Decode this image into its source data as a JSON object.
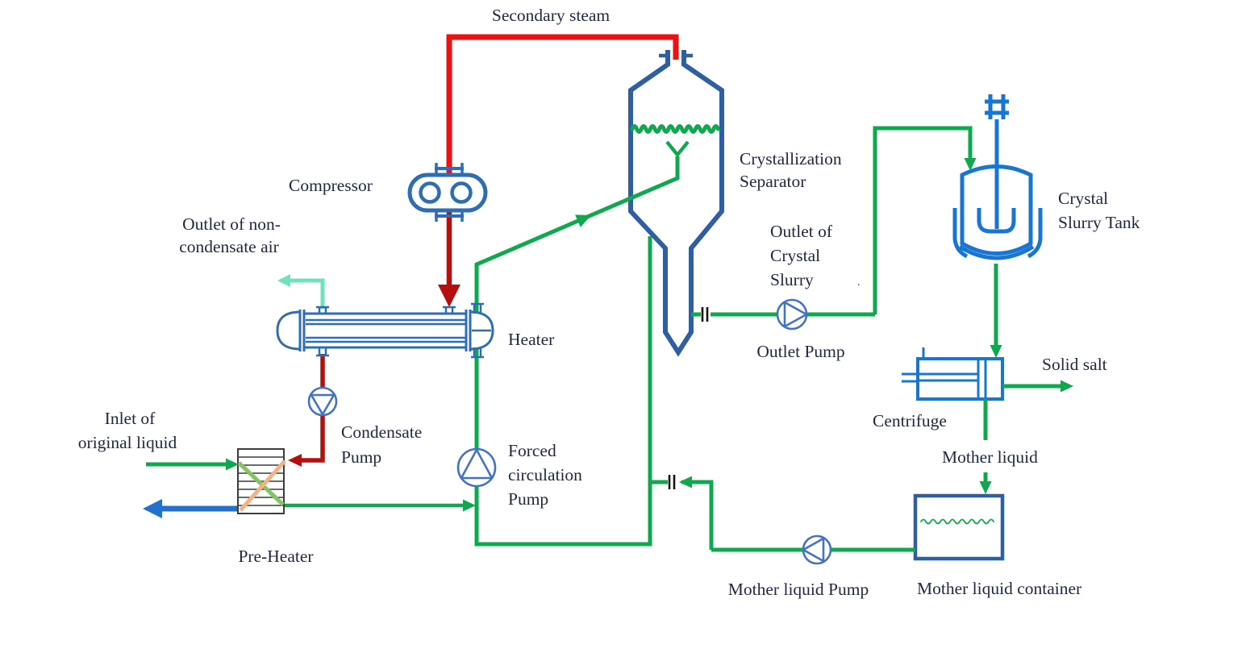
{
  "colors": {
    "green": "#0FA84F",
    "red": "#EE1111",
    "darkred": "#B40F0F",
    "aqua": "#6EE3B8",
    "blue": "#2470CE",
    "vessel": "#2E5FA3",
    "equip": "#2E6DB4",
    "bblue": "#1876D2",
    "pump": "#4472C4",
    "gray": "#3C3C3C",
    "dgreen": "#85C464",
    "dtan": "#F4B183",
    "valve": "#141414",
    "label": "#1F2840"
  },
  "labels": {
    "secondary_steam": "Secondary steam",
    "compressor": "Compressor",
    "outlet_air": [
      "Outlet of non-",
      "condensate air"
    ],
    "heater": "Heater",
    "crystallization_separator": [
      "Crystallization",
      "Separator"
    ],
    "outlet_crystal_slurry": [
      "Outlet of",
      "Crystal",
      "Slurry"
    ],
    "outlet_pump": "Outlet Pump",
    "crystal_slurry_tank": [
      "Crystal",
      "Slurry Tank"
    ],
    "solid_salt": "Solid salt",
    "centrifuge": "Centrifuge",
    "mother_liquid": "Mother liquid",
    "mother_liquid_pump": "Mother liquid Pump",
    "mother_liquid_container": "Mother liquid container",
    "condensate_pump": [
      "Condensate",
      "Pump"
    ],
    "inlet_original": [
      "Inlet of",
      "original liquid"
    ],
    "pre_heater": "Pre-Heater",
    "forced_circulation_pump": [
      "Forced",
      "circulation",
      "Pump"
    ],
    "stray_mark": "."
  }
}
